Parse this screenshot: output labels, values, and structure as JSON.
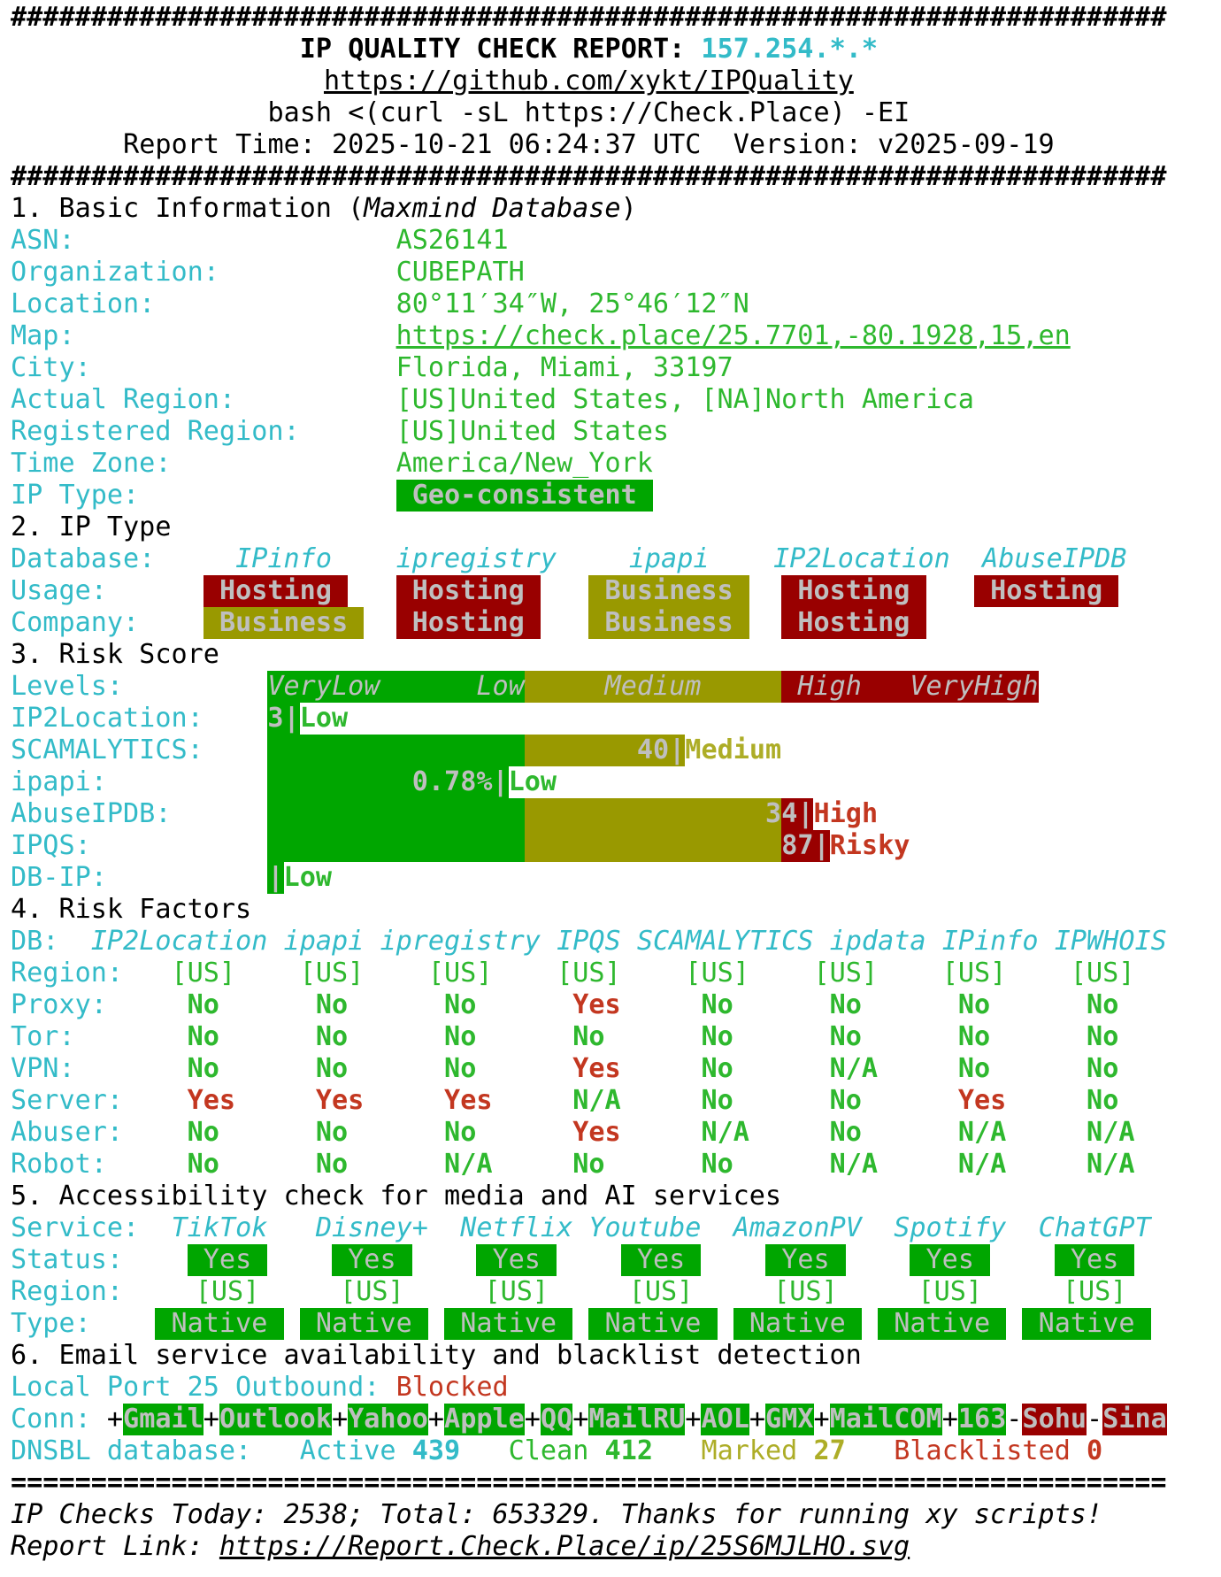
{
  "header": {
    "hash_line": "########################################################################",
    "title_label": "IP QUALITY CHECK REPORT: ",
    "ip": "157.254.*.*",
    "github_url": "https://github.com/xykt/IPQuality",
    "command": "bash <(curl -sL https://Check.Place) -EI",
    "report_time": "Report Time: 2025-10-21 06:24:37 UTC",
    "version": "Version: v2025-09-19"
  },
  "basic": {
    "heading_prefix": "1. Basic Information (",
    "heading_italic": "Maxmind Database",
    "heading_suffix": ")",
    "rows": [
      {
        "label": "ASN:",
        "value": "AS26141"
      },
      {
        "label": "Organization:",
        "value": "CUBEPATH"
      },
      {
        "label": "Location:",
        "value": "80°11′34″W, 25°46′12″N"
      },
      {
        "label": "Map:",
        "value": "https://check.place/25.7701,-80.1928,15,en"
      },
      {
        "label": "City:",
        "value": "Florida, Miami, 33197"
      },
      {
        "label": "Actual Region:",
        "value": "[US]United States, [NA]North America"
      },
      {
        "label": "Registered Region:",
        "value": "[US]United States"
      },
      {
        "label": "Time Zone:",
        "value": "America/New_York"
      }
    ],
    "ip_type_label": "IP Type:",
    "ip_type": "Geo-consistent"
  },
  "ip_type": {
    "heading": "2. IP Type",
    "database_label": "Database:",
    "usage_label": "Usage:",
    "company_label": "Company:",
    "databases": [
      {
        "name": "IPinfo",
        "usage": "Hosting",
        "company": "Business"
      },
      {
        "name": "ipregistry",
        "usage": "Hosting",
        "company": "Hosting"
      },
      {
        "name": "ipapi",
        "usage": "Business",
        "company": "Business"
      },
      {
        "name": "IP2Location",
        "usage": "Hosting",
        "company": "Hosting"
      },
      {
        "name": "AbuseIPDB",
        "usage": "Hosting",
        "company": null
      }
    ]
  },
  "risk_score": {
    "heading": "3. Risk Score",
    "levels_label": "Levels:",
    "levels": [
      "VeryLow",
      "Low",
      "Medium",
      "High",
      "VeryHigh"
    ],
    "rows": [
      {
        "label": "IP2Location:",
        "score": "3",
        "level": "Low",
        "bar_fill": 0.042
      },
      {
        "label": "SCAMALYTICS:",
        "score": "40",
        "level": "Medium",
        "bar_fill": 0.542
      },
      {
        "label": "ipapi:",
        "score": "0.78%",
        "level": "Low",
        "bar_fill": 0.3125
      },
      {
        "label": "AbuseIPDB:",
        "score": "34",
        "level": "High",
        "bar_fill": 0.708
      },
      {
        "label": "IPQS:",
        "score": "87",
        "level": "Risky",
        "bar_fill": 0.729
      },
      {
        "label": "DB-IP:",
        "score": "",
        "level": "Low",
        "bar_fill": 0.021
      }
    ]
  },
  "risk_factors": {
    "heading": "4. Risk Factors",
    "db_label": "DB:",
    "databases": [
      "IP2Location",
      "ipapi",
      "ipregistry",
      "IPQS",
      "SCAMALYTICS",
      "ipdata",
      "IPinfo",
      "IPWHOIS"
    ],
    "rows": [
      {
        "label": "Region:",
        "values": [
          "[US]",
          "[US]",
          "[US]",
          "[US]",
          "[US]",
          "[US]",
          "[US]",
          "[US]"
        ]
      },
      {
        "label": "Proxy:",
        "values": [
          "No",
          "No",
          "No",
          "Yes",
          "No",
          "No",
          "No",
          "No"
        ]
      },
      {
        "label": "Tor:",
        "values": [
          "No",
          "No",
          "No",
          "No",
          "No",
          "No",
          "No",
          "No"
        ]
      },
      {
        "label": "VPN:",
        "values": [
          "No",
          "No",
          "No",
          "Yes",
          "No",
          "N/A",
          "No",
          "No"
        ]
      },
      {
        "label": "Server:",
        "values": [
          "Yes",
          "Yes",
          "Yes",
          "N/A",
          "No",
          "No",
          "Yes",
          "No"
        ]
      },
      {
        "label": "Abuser:",
        "values": [
          "No",
          "No",
          "No",
          "Yes",
          "N/A",
          "No",
          "N/A",
          "N/A"
        ]
      },
      {
        "label": "Robot:",
        "values": [
          "No",
          "No",
          "N/A",
          "No",
          "No",
          "N/A",
          "N/A",
          "N/A"
        ]
      }
    ]
  },
  "media": {
    "heading": "5. Accessibility check for media and AI services",
    "service_label": "Service:",
    "status_label": "Status:",
    "region_label": "Region:",
    "type_label": "Type:",
    "services": [
      {
        "name": "TikTok",
        "status": "Yes",
        "region": "[US]",
        "type": "Native"
      },
      {
        "name": "Disney+",
        "status": "Yes",
        "region": "[US]",
        "type": "Native"
      },
      {
        "name": "Netflix",
        "status": "Yes",
        "region": "[US]",
        "type": "Native"
      },
      {
        "name": "Youtube",
        "status": "Yes",
        "region": "[US]",
        "type": "Native"
      },
      {
        "name": "AmazonPV",
        "status": "Yes",
        "region": "[US]",
        "type": "Native"
      },
      {
        "name": "Spotify",
        "status": "Yes",
        "region": "[US]",
        "type": "Native"
      },
      {
        "name": "ChatGPT",
        "status": "Yes",
        "region": "[US]",
        "type": "Native"
      }
    ]
  },
  "email": {
    "heading": "6. Email service availability and blacklist detection",
    "port_label": "Local Port 25 Outbound: ",
    "port_status": "Blocked",
    "conn_label": "Conn: ",
    "providers": [
      {
        "sign": "+",
        "name": "Gmail",
        "ok": true
      },
      {
        "sign": "+",
        "name": "Outlook",
        "ok": true
      },
      {
        "sign": "+",
        "name": "Yahoo",
        "ok": true
      },
      {
        "sign": "+",
        "name": "Apple",
        "ok": true
      },
      {
        "sign": "+",
        "name": "QQ",
        "ok": true
      },
      {
        "sign": "+",
        "name": "MailRU",
        "ok": true
      },
      {
        "sign": "+",
        "name": "AOL",
        "ok": true
      },
      {
        "sign": "+",
        "name": "GMX",
        "ok": true
      },
      {
        "sign": "+",
        "name": "MailCOM",
        "ok": true
      },
      {
        "sign": "+",
        "name": "163",
        "ok": true
      },
      {
        "sign": "-",
        "name": "Sohu",
        "ok": false
      },
      {
        "sign": "-",
        "name": "Sina",
        "ok": false
      }
    ],
    "dnsbl_label": "DNSBL database:",
    "active_label": "Active",
    "active": "439",
    "clean_label": "Clean",
    "clean": "412",
    "marked_label": "Marked",
    "marked": "27",
    "blacklisted_label": "Blacklisted",
    "blacklisted": "0"
  },
  "footer": {
    "separator": "========================================================================",
    "stats": "IP Checks Today: 2538; Total: 653329. Thanks for running xy scripts!",
    "report_link_label": "Report Link: ",
    "report_link": "https://Report.Check.Place/ip/25S6MJLHO.svg"
  },
  "colors": {
    "label_cyan": "#33bbc8",
    "text_green": "#2eb82e",
    "text_olive": "#adad27",
    "text_red": "#c33720",
    "bg_green": "#00a600",
    "bg_olive": "#999900",
    "bg_red": "#990000",
    "badge_text": "#bfbfbf"
  }
}
